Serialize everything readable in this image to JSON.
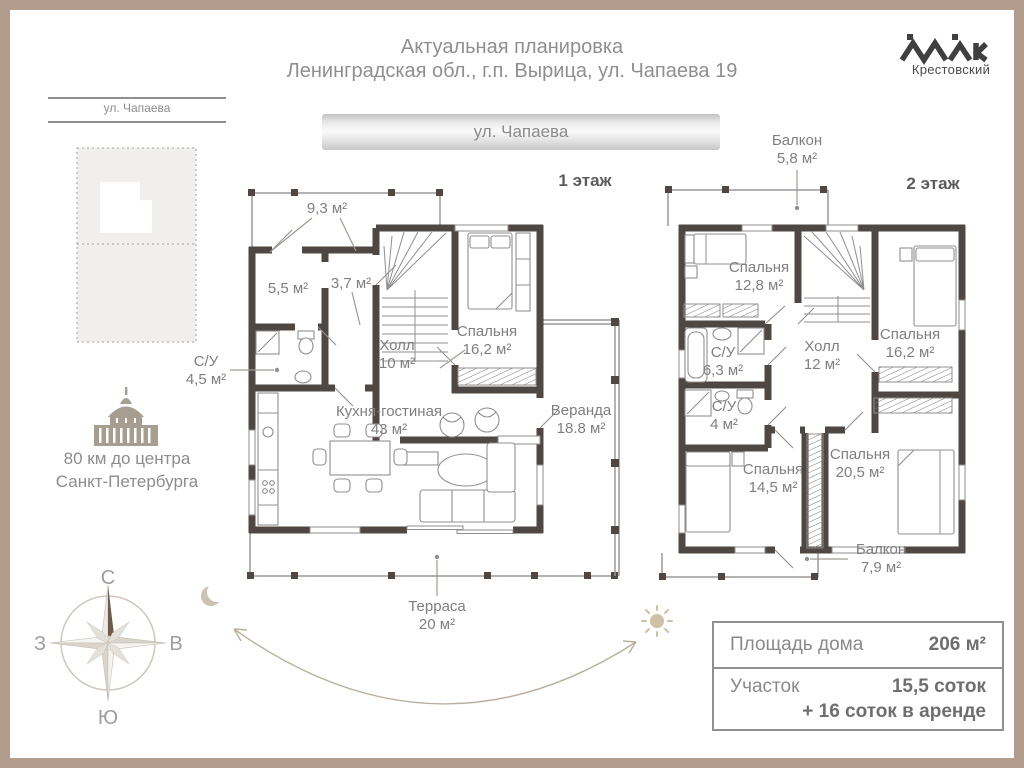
{
  "header": {
    "title_line1": "Актуальная планировка",
    "title_line2": "Ленинградская обл., г.п. Вырица, ул. Чапаева 19",
    "logo_text": "Крестовский"
  },
  "location_panel": {
    "street_label": "ул. Чапаева",
    "distance_line1": "80 км до центра",
    "distance_line2": "Санкт-Петербурга"
  },
  "street_banner": {
    "label": "ул. Чапаева"
  },
  "floor1": {
    "label": "1 этаж",
    "rooms": [
      {
        "name": "",
        "area": "9,3 м²"
      },
      {
        "name": "",
        "area": "5,5 м²"
      },
      {
        "name": "",
        "area": "3,7 м²"
      },
      {
        "name": "Холл",
        "area": "10 м²"
      },
      {
        "name": "Спальня",
        "area": "16,2 м²"
      },
      {
        "name": "С/У",
        "area": "4,5 м²"
      },
      {
        "name": "Кухня-гостиная",
        "area": "43 м²"
      },
      {
        "name": "Веранда",
        "area": "18.8 м²"
      },
      {
        "name": "Терраса",
        "area": "20 м²"
      }
    ]
  },
  "floor2": {
    "label": "2 этаж",
    "rooms": [
      {
        "name": "Балкон",
        "area": "5,8 м²"
      },
      {
        "name": "Спальня",
        "area": "12,8 м²"
      },
      {
        "name": "С/У",
        "area": "6,3 м²"
      },
      {
        "name": "Холл",
        "area": "12 м²"
      },
      {
        "name": "Спальня",
        "area": "16,2 м²"
      },
      {
        "name": "С/У",
        "area": "4 м²"
      },
      {
        "name": "Спальня",
        "area": "14,5 м²"
      },
      {
        "name": "Спальня",
        "area": "20,5 м²"
      },
      {
        "name": "Балкон",
        "area": "7,9 м²"
      }
    ]
  },
  "compass": {
    "north": "С",
    "south": "Ю",
    "west": "З",
    "east": "В"
  },
  "summary": {
    "house_area_label": "Площадь дома",
    "house_area_value": "206 м²",
    "plot_label": "Участок",
    "plot_value": "15,5 соток",
    "plot_extra": "+ 16 соток в аренде"
  },
  "colors": {
    "frame": "#b49c8c",
    "wall": "#4e4742",
    "label_text": "#7f7f7f",
    "compass_north": "#6e5a48"
  }
}
